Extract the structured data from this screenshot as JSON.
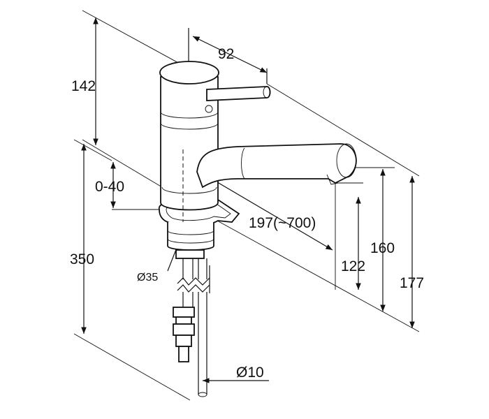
{
  "diagram": {
    "dimensions": {
      "top_height": "142",
      "lever_offset": "92",
      "deck_thickness": "0-40",
      "base_height": "350",
      "spout_reach": "197(~700)",
      "spout_outlet_height": "122",
      "spout_height": "160",
      "total_height": "177",
      "shank_diameter": "Ø35",
      "hose_diameter": "Ø10"
    }
  }
}
